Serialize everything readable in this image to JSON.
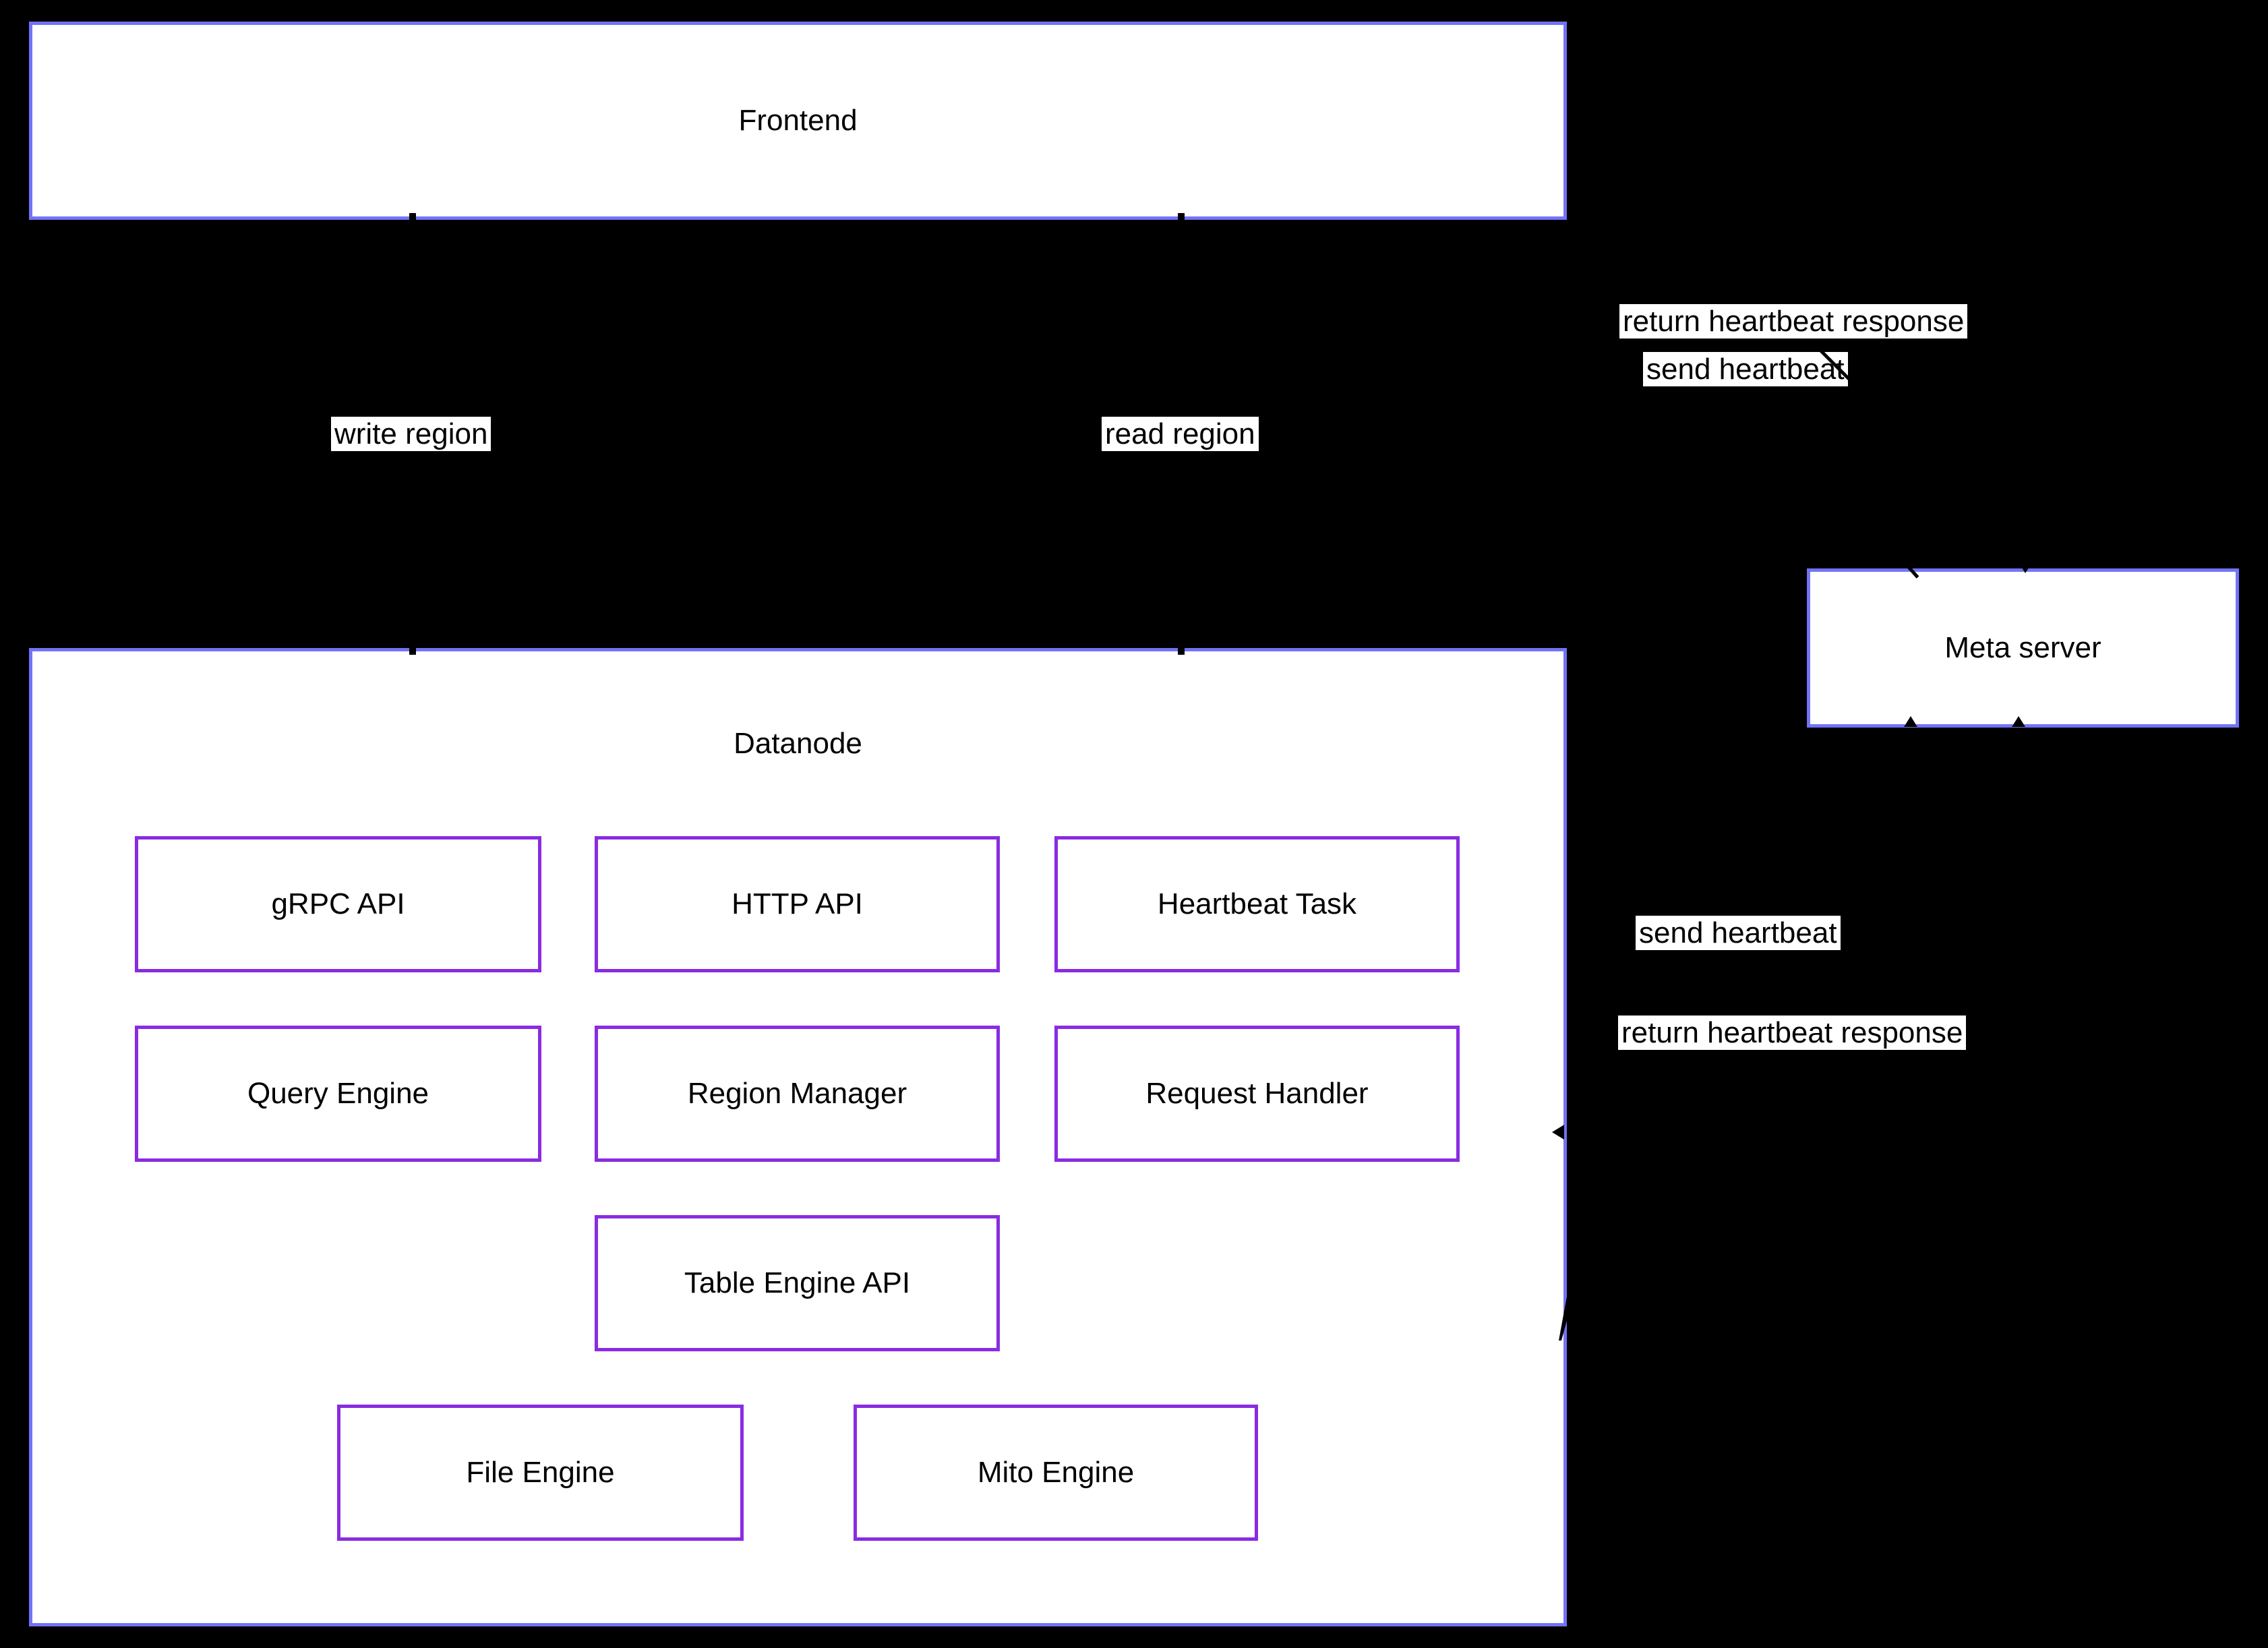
{
  "diagram": {
    "colors": {
      "background": "#000000",
      "outer_box_border": "#7373f7",
      "inner_box_border": "#8a2be2",
      "box_fill": "#ffffff",
      "text": "#000000",
      "connector": "#000000"
    },
    "nodes": {
      "frontend": "Frontend",
      "datanode": "Datanode",
      "meta_server": "Meta server",
      "grpc_api": "gRPC API",
      "http_api": "HTTP API",
      "heartbeat_task": "Heartbeat Task",
      "query_engine": "Query Engine",
      "region_manager": "Region Manager",
      "request_handler": "Request Handler",
      "table_engine_api": "Table Engine API",
      "file_engine": "File Engine",
      "mito_engine": "Mito Engine"
    },
    "edge_labels": {
      "write_region": "write region",
      "read_region": "read region",
      "send_heartbeat_top": "send heartbeat",
      "return_heartbeat_response_top": "return heartbeat response",
      "send_heartbeat_mid": "send heartbeat",
      "return_heartbeat_response_mid": "return heartbeat response"
    }
  }
}
